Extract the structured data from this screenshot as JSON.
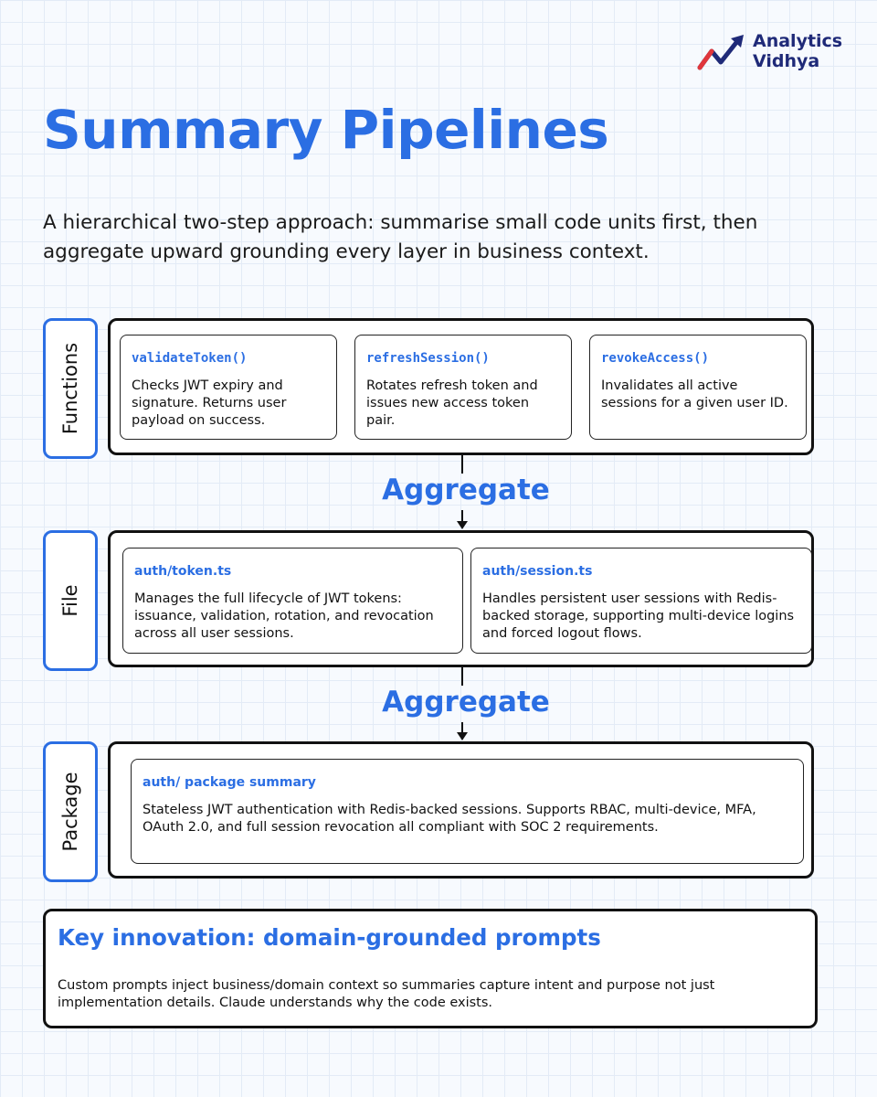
{
  "brand": {
    "name_line1": "Analytics",
    "name_line2": "Vidhya",
    "logo_icon": "upward-trend-arrow-icon",
    "color": "#1f2a78"
  },
  "header": {
    "title": "Summary Pipelines",
    "subtitle": "A hierarchical two-step approach: summarise small code units first, then aggregate upward grounding every layer in business context."
  },
  "colors": {
    "accent": "#2b6ee3",
    "border": "#111111",
    "background": "#f7fafe"
  },
  "layers": {
    "functions": {
      "label": "Functions",
      "cards": [
        {
          "title": "validateToken()",
          "text": "Checks JWT expiry and signature. Returns user payload on success."
        },
        {
          "title": "refreshSession()",
          "text": "Rotates refresh token and issues new access token pair."
        },
        {
          "title": "revokeAccess()",
          "text": "Invalidates all active sessions for a given user ID."
        }
      ]
    },
    "file": {
      "label": "File",
      "cards": [
        {
          "title": "auth/token.ts",
          "text": "Manages the full lifecycle of JWT tokens: issuance, validation, rotation, and revocation across all user sessions."
        },
        {
          "title": "auth/session.ts",
          "text": "Handles persistent user sessions with Redis-backed storage, supporting multi-device logins and forced logout flows."
        }
      ]
    },
    "package": {
      "label": "Package",
      "cards": [
        {
          "title": "auth/ package summary",
          "text": "Stateless JWT authentication with Redis-backed sessions. Supports RBAC, multi-device, MFA, OAuth 2.0, and full session revocation all compliant with SOC 2 requirements."
        }
      ]
    }
  },
  "connectors": {
    "aggregate_1": "Aggregate",
    "aggregate_2": "Aggregate"
  },
  "key_innovation": {
    "title": "Key innovation: domain-grounded prompts",
    "text": "Custom prompts inject business/domain context so summaries capture intent and purpose not just implementation details. Claude understands why the code exists."
  }
}
